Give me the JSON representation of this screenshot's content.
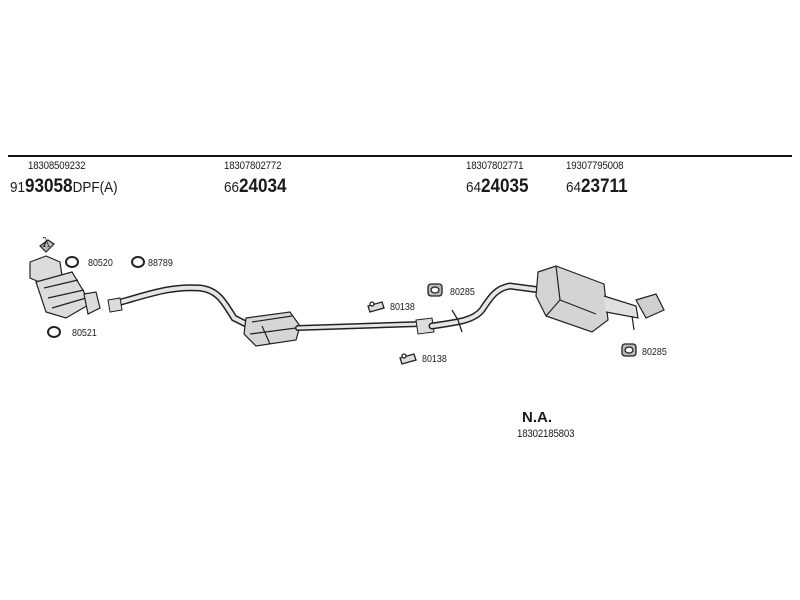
{
  "top_numbers": [
    "18308509232",
    "18307802772",
    "18307802771",
    "19307795008"
  ],
  "part_groups": [
    {
      "prefix": "91",
      "main": "93058",
      "suffix": "DPF(A)"
    },
    {
      "prefix": "66",
      "main": "24034",
      "suffix": ""
    },
    {
      "prefix": "64",
      "main": "24035",
      "suffix": ""
    },
    {
      "prefix": "64",
      "main": "23711",
      "suffix": ""
    }
  ],
  "lambda_symbol": "λ",
  "fittings": {
    "f1": "80520",
    "f2": "88789",
    "f3": "80521",
    "f4": "80138",
    "f5": "80138",
    "f6": "80285",
    "f7": "80285"
  },
  "na_label": "N.A.",
  "na_number": "18302185803"
}
